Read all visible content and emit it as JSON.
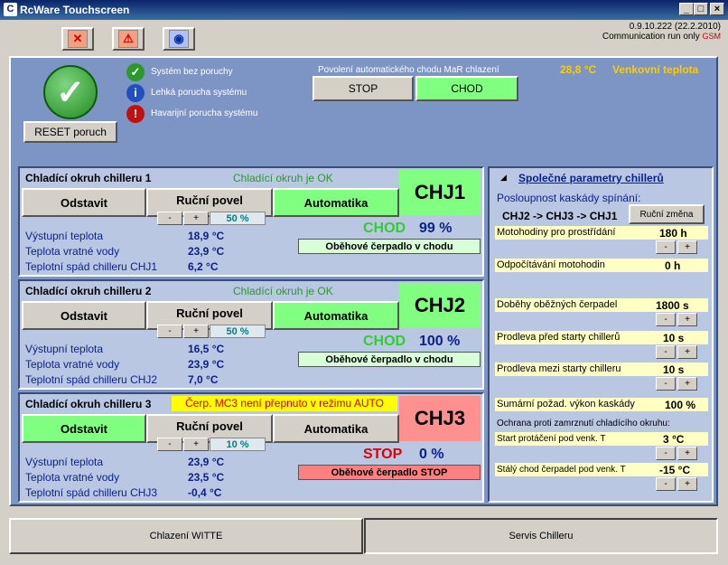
{
  "window": {
    "title": "RcWare Touchscreen",
    "min": "_",
    "max": "□",
    "close": "×"
  },
  "toolbar": {
    "btn1": "✕",
    "btn2": "⚠",
    "btn3": "◉"
  },
  "version": {
    "line1": "0.9.10.222 (22.2.2010)",
    "line2": "Communication run only",
    "gsm": "GSM"
  },
  "legend": {
    "ok": "Systém bez poruchy",
    "light": "Lehká porucha systému",
    "heavy": "Havarijní porucha systému"
  },
  "reset": "RESET poruch",
  "auto": {
    "title": "Povolení automatického chodu MaR chlazení",
    "stop": "STOP",
    "chod": "CHOD"
  },
  "outdoor": {
    "temp": "28,8 °C",
    "label": "Venkovní teplota"
  },
  "circuits": [
    {
      "title": "Chladící okruh chilleru 1",
      "status": "Chladící okruh je OK",
      "odstavit": "Odstavit",
      "rucni": "Ruční povel",
      "automatika": "Automatika",
      "minus": "-",
      "plus": "+",
      "pct": "50 %",
      "chj": "CHJ1",
      "state": "CHOD",
      "state_pct": "99 %",
      "pump": "Oběhové čerpadlo v chodu",
      "l1": "Výstupní teplota",
      "v1": "18,9 °C",
      "l2": "Teplota vratné vody",
      "v2": "23,9 °C",
      "l3": "Teplotní spád chilleru CHJ1",
      "v3": "6,2 °C"
    },
    {
      "title": "Chladící okruh chilleru 2",
      "status": "Chladící okruh je OK",
      "odstavit": "Odstavit",
      "rucni": "Ruční povel",
      "automatika": "Automatika",
      "minus": "-",
      "plus": "+",
      "pct": "50 %",
      "chj": "CHJ2",
      "state": "CHOD",
      "state_pct": "100 %",
      "pump": "Oběhové čerpadlo v chodu",
      "l1": "Výstupní teplota",
      "v1": "16,5 °C",
      "l2": "Teplota vratné vody",
      "v2": "23,9 °C",
      "l3": "Teplotní spád chilleru CHJ2",
      "v3": "7,0 °C"
    },
    {
      "title": "Chladící okruh chilleru 3",
      "status": "Čerp. MC3 není přepnuto v režimu AUTO",
      "odstavit": "Odstavit",
      "rucni": "Ruční povel",
      "automatika": "Automatika",
      "minus": "-",
      "plus": "+",
      "pct": "10 %",
      "chj": "CHJ3",
      "state": "STOP",
      "state_pct": "0 %",
      "pump": "Oběhové čerpadlo STOP",
      "l1": "Výstupní teplota",
      "v1": "23,9 °C",
      "l2": "Teplota vratné vody",
      "v2": "23,5 °C",
      "l3": "Teplotní spád chilleru CHJ3",
      "v3": "-0,4 °C"
    }
  ],
  "params": {
    "title": "Společné parametry chillerů",
    "seq_label": "Posloupnost kaskády spínání:",
    "seq_value": "CHJ2 -> CHJ3 -> CHJ1",
    "seq_btn": "Ruční změna",
    "moto_label": "Motohodiny pro prostřídání",
    "moto_val": "180 h",
    "odp_label": "Odpočítávání motohodin",
    "odp_val": "0 h",
    "dob_label": "Doběhy oběžných čerpadel",
    "dob_val": "1800 s",
    "pred_label": "Prodleva před starty chillerů",
    "pred_val": "10 s",
    "mezi_label": "Prodleva mezi starty chilleru",
    "mezi_val": "10 s",
    "sum_label": "Sumární požad. výkon kaskády",
    "sum_val": "100 %",
    "ochr_label": "Ochrana proti zamrznutí chladícího okruhu:",
    "start_label": "Start protáčení pod venk. T",
    "start_val": "3 °C",
    "staly_label": "Stálý chod čerpadel pod venk. T",
    "staly_val": "-15 °C",
    "minus": "-",
    "plus": "+"
  },
  "bottom": {
    "left": "Chlazení WITTE",
    "right": "Servis Chilleru"
  },
  "colors": {
    "title_bar": "#0a246a",
    "panel_bg": "#7d95c4",
    "green_btn": "#80ff80",
    "red_chj": "#ff9090",
    "yellow_warn": "#ffff00",
    "orange_text": "#ffcc00"
  }
}
